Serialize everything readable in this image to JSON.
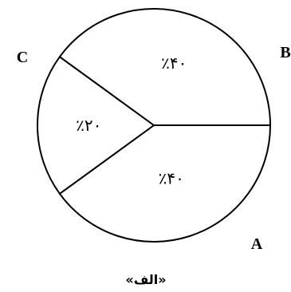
{
  "chart_data": {
    "type": "pie",
    "categories": [
      "A",
      "B",
      "C"
    ],
    "values": [
      40,
      20,
      40
    ],
    "value_labels": [
      "٪۴۰",
      "٪۲۰",
      "٪۴۰"
    ],
    "caption": "«الف»"
  },
  "colors": {
    "stroke": "#000000",
    "fill": "#ffffff"
  }
}
